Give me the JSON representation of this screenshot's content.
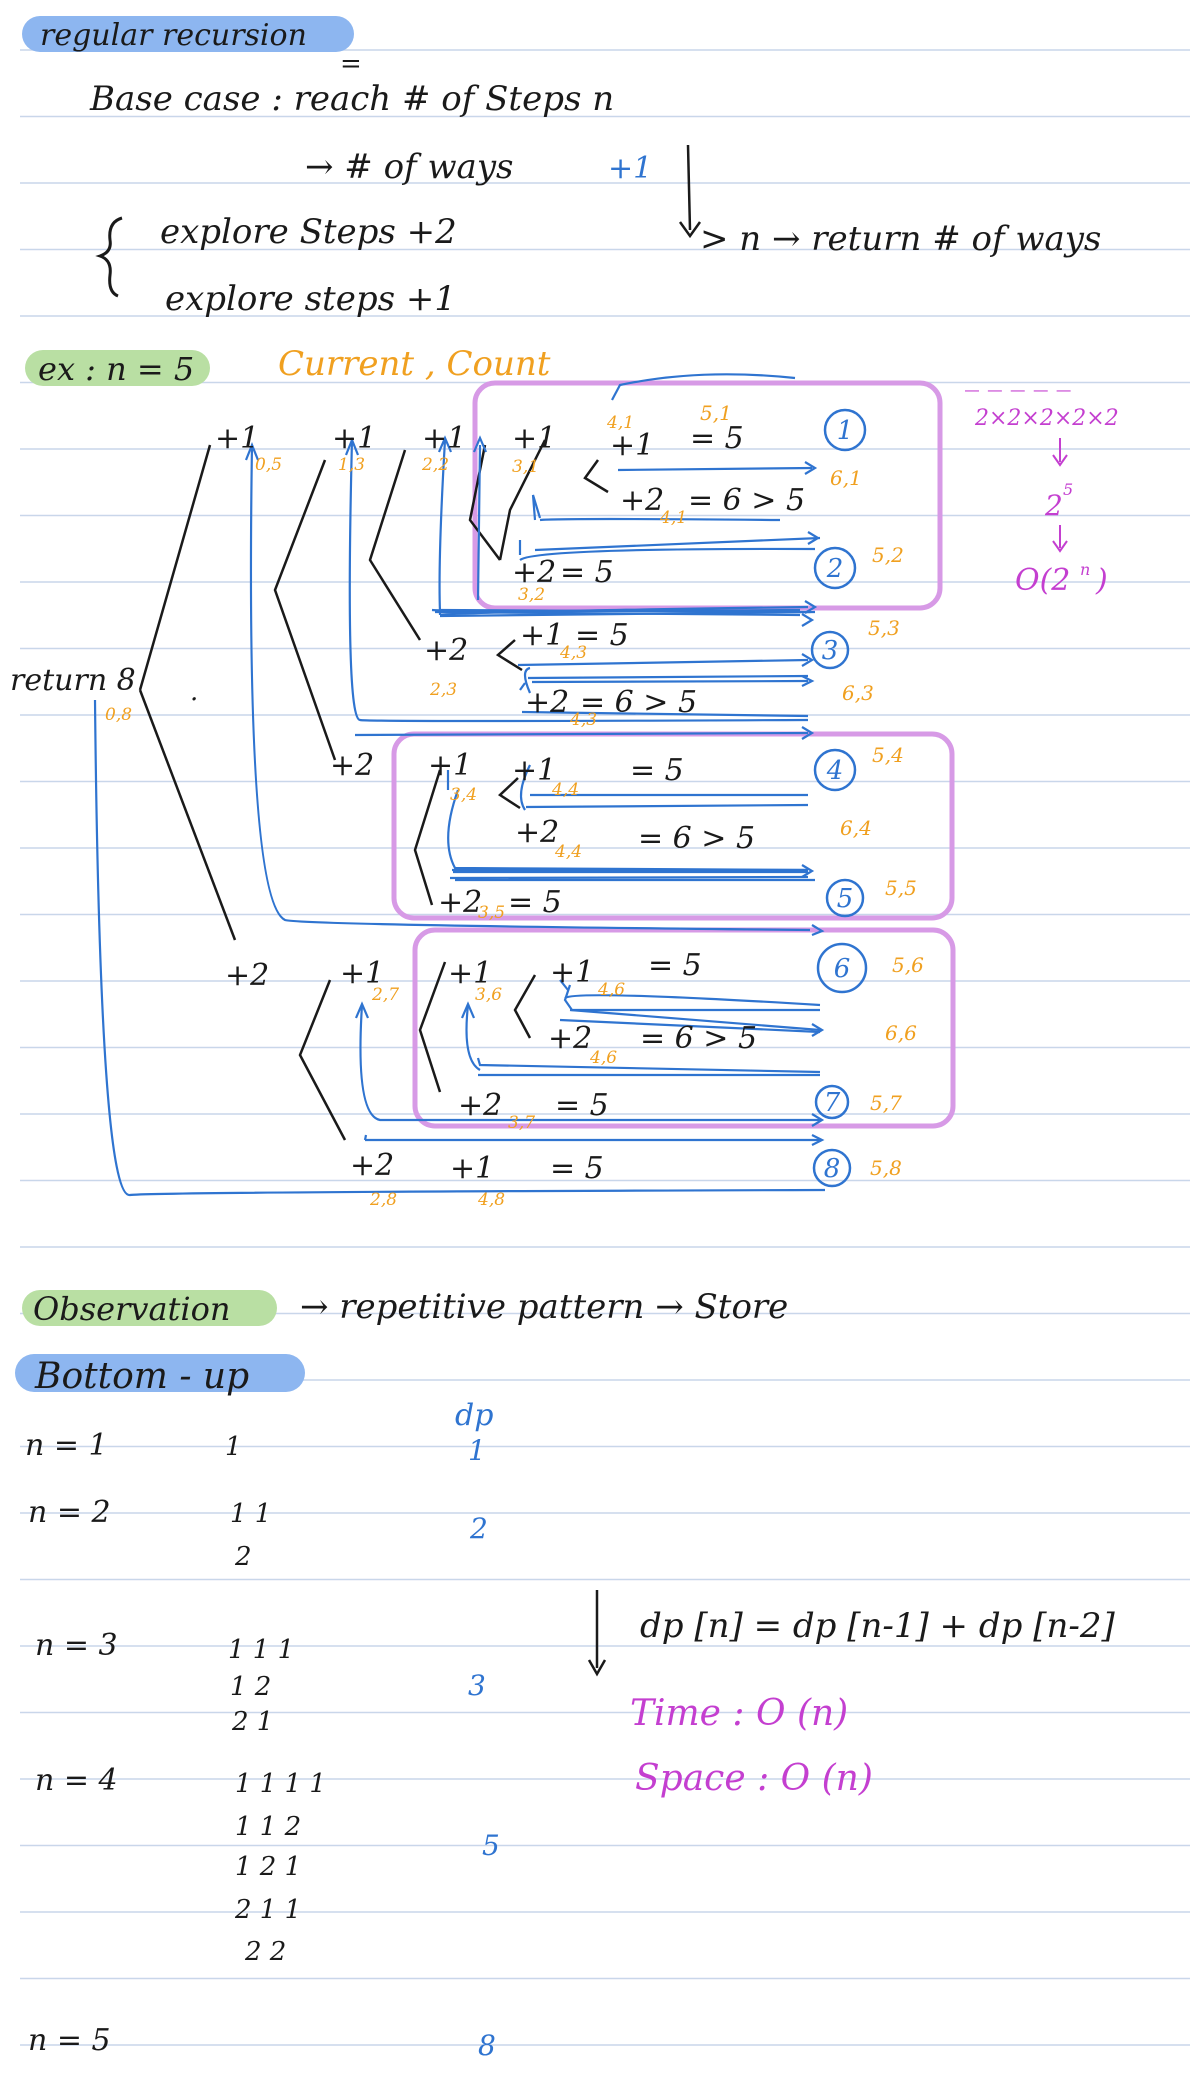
{
  "colors": {
    "ink": "#1a1a1a",
    "blue": "#2f74d0",
    "orange": "#f0a020",
    "magenta": "#c43fd0",
    "box": "#d79ae6",
    "highlight_blue": "#8db6f0",
    "highlight_green": "#b7deA0",
    "rule": "#c9d6ea"
  },
  "header": {
    "tag": "regular recursion",
    "eq": "=",
    "base_case": "Base case : reach # of Steps n",
    "ways": "→ # of ways",
    "plus1": "+1",
    "explore1": "explore Steps   +2",
    "explore2": "explore steps   +1",
    "over_n": "> n → return # of ways"
  },
  "example": {
    "tag": "ex : n = 5",
    "legend": "Current , Count",
    "return_label": "return 8",
    "return_state": "0,8",
    "complexity": {
      "dashes": "_ _ _ _ _",
      "product": "2×2×2×2×2",
      "power": "2",
      "power_exp": "5",
      "big_o": "O(2",
      "big_o_exp": "n",
      "big_o_close": ")"
    },
    "nodes": [
      {
        "op": "+1",
        "state": "0,5"
      },
      {
        "op": "+1",
        "state": "1,3"
      },
      {
        "op": "+1",
        "state": "2,2"
      },
      {
        "op": "+1",
        "state": "3,1"
      },
      {
        "op": "+1",
        "state": "4,1"
      },
      {
        "op": "+2",
        "state": "4,1"
      },
      {
        "op": "+2",
        "state": "3,2"
      },
      {
        "op": "+2",
        "state": "2,3"
      },
      {
        "op": "+1",
        "state": "4,3"
      },
      {
        "op": "+2",
        "state": "4,3"
      },
      {
        "op": "+2",
        "state": ""
      },
      {
        "op": "+1",
        "state": "3,4"
      },
      {
        "op": "+1",
        "state": "4,4"
      },
      {
        "op": "+2",
        "state": "4,4"
      },
      {
        "op": "+2",
        "state": "3,5"
      },
      {
        "op": "+2",
        "state": ""
      },
      {
        "op": "+1",
        "state": "2,7"
      },
      {
        "op": "+1",
        "state": "3,6"
      },
      {
        "op": "+1",
        "state": "4,6"
      },
      {
        "op": "+2",
        "state": "4,6"
      },
      {
        "op": "+2",
        "state": "3,7"
      },
      {
        "op": "+2",
        "state": "2,8"
      },
      {
        "op": "+1",
        "state": "4,8"
      }
    ],
    "equations": [
      "= 5",
      "= 6 > 5",
      "= 5",
      "= 5",
      "= 6 > 5",
      "= 5",
      "= 6 > 5",
      "= 5",
      "= 5",
      "= 6 > 5",
      "= 5",
      "= 5"
    ],
    "leaves": [
      {
        "num": "1",
        "top": "5,1",
        "side": "6,1"
      },
      {
        "num": "2",
        "side": "5,2"
      },
      {
        "num": "3",
        "side": "5,3",
        "below": "6,3"
      },
      {
        "num": "4",
        "side": "5,4",
        "below": "6,4"
      },
      {
        "num": "5",
        "side": "5,5"
      },
      {
        "num": "6",
        "side": "5,6",
        "below": "6,6"
      },
      {
        "num": "7",
        "side": "5,7"
      },
      {
        "num": "8",
        "side": "5,8"
      }
    ]
  },
  "observation": {
    "tag": "Observation",
    "text": "→ repetitive pattern → Store"
  },
  "bottom_up": {
    "tag": "Bottom - up",
    "dp_header": "dp",
    "rows": [
      {
        "n": "n = 1",
        "lines": [
          "1"
        ],
        "dp": "1"
      },
      {
        "n": "n = 2",
        "lines": [
          "1   1",
          "2"
        ],
        "dp": "2"
      },
      {
        "n": "n = 3",
        "lines": [
          "1   1   1",
          "1   2",
          "2   1"
        ],
        "dp": "3"
      },
      {
        "n": "n = 4",
        "lines": [
          "1   1   1   1",
          "1   1   2",
          "1   2   1",
          "2   1   1",
          "2   2"
        ],
        "dp": "5"
      },
      {
        "n": "n = 5",
        "lines": [],
        "dp": "8"
      }
    ],
    "recurrence": "dp [n] = dp [n-1] + dp [n-2]",
    "time": "Time : O (n)",
    "space": "Space : O (n)"
  }
}
